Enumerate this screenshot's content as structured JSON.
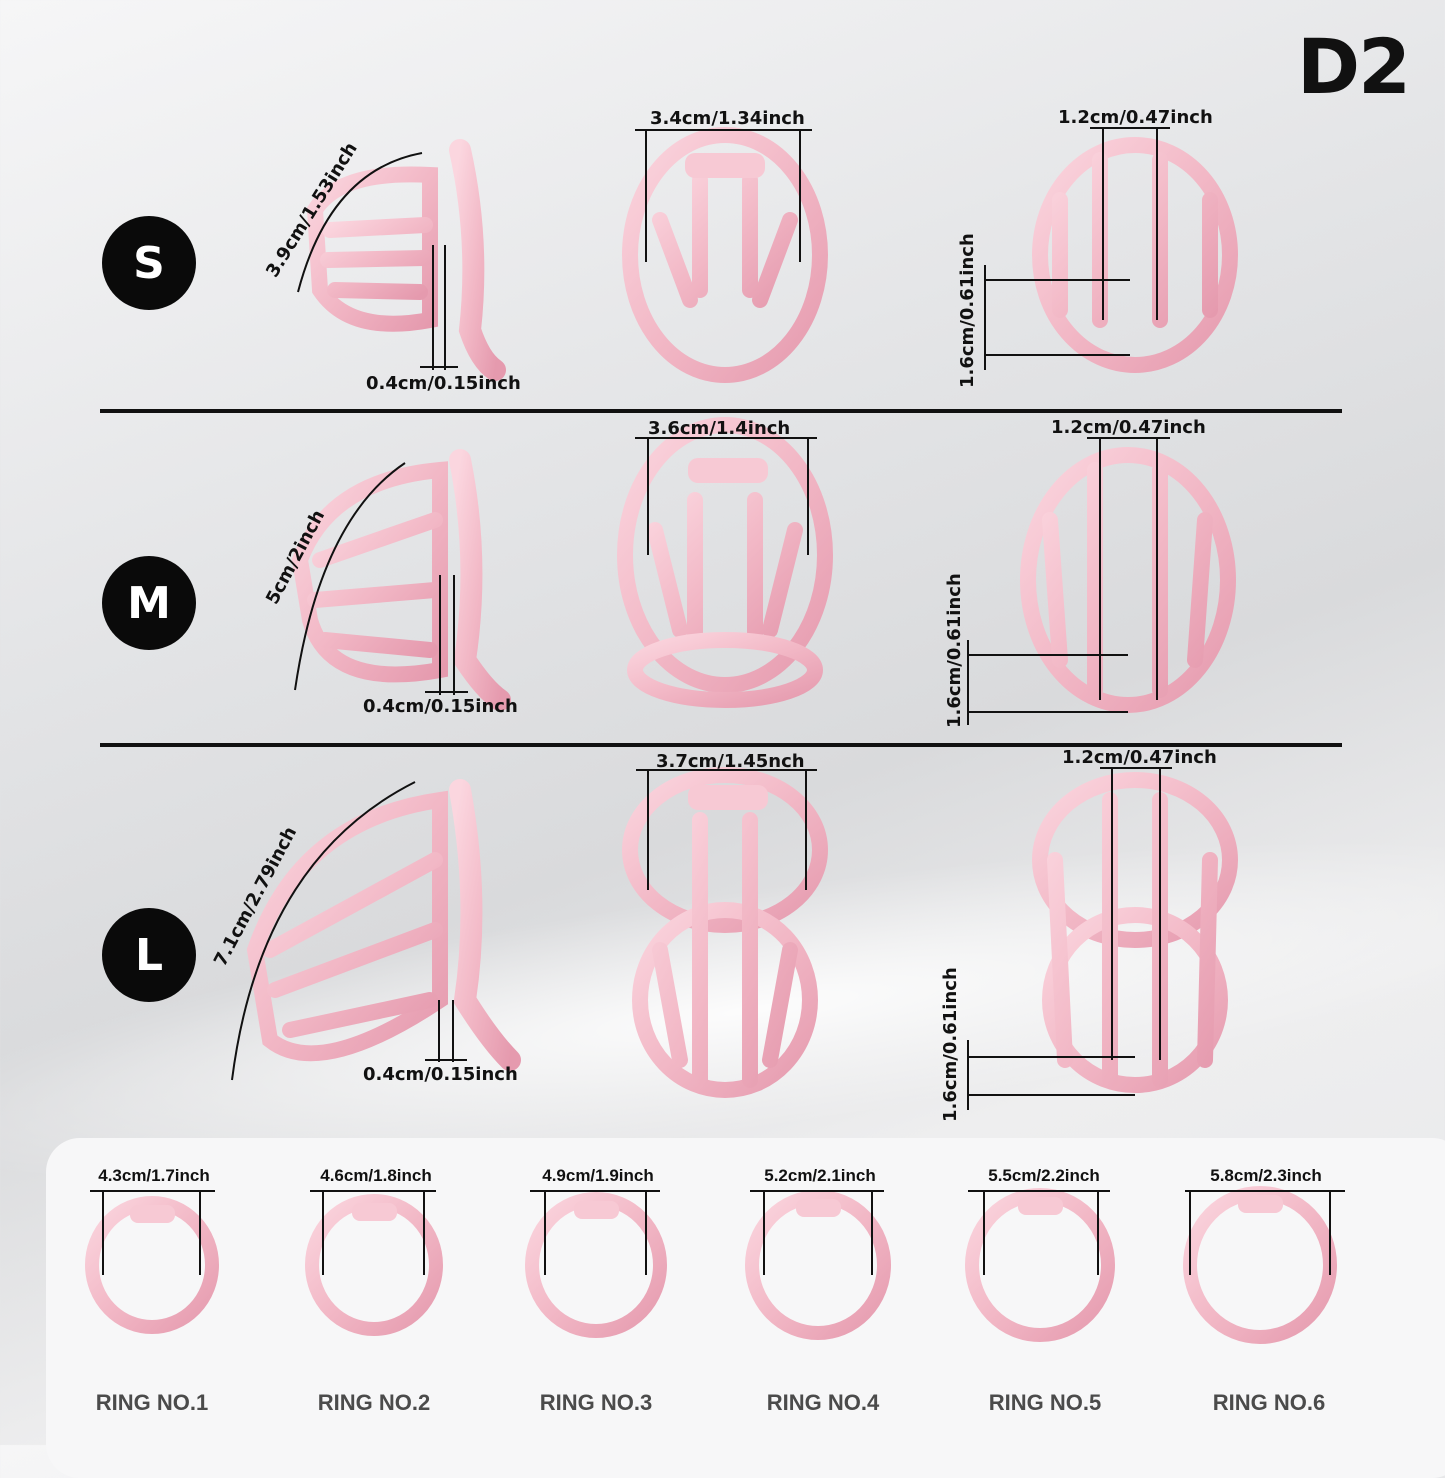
{
  "model": "D2",
  "sizes": [
    {
      "badge": "S",
      "arc": "3.9cm/1.53inch",
      "gap": "0.4cm/0.15inch",
      "width": "3.4cm/1.34inch",
      "hole": "1.2cm/0.47inch",
      "drop": "1.6cm/0.61inch"
    },
    {
      "badge": "M",
      "arc": "5cm/2inch",
      "gap": "0.4cm/0.15inch",
      "width": "3.6cm/1.4inch",
      "hole": "1.2cm/0.47inch",
      "drop": "1.6cm/0.61inch"
    },
    {
      "badge": "L",
      "arc": "7.1cm/2.79inch",
      "gap": "0.4cm/0.15inch",
      "width": "3.7cm/1.45nch",
      "hole": "1.2cm/0.47inch",
      "drop": "1.6cm/0.61inch"
    }
  ],
  "rings": [
    {
      "name": "RING NO.1",
      "size": "4.3cm/1.7inch"
    },
    {
      "name": "RING NO.2",
      "size": "4.6cm/1.8inch"
    },
    {
      "name": "RING NO.3",
      "size": "4.9cm/1.9inch"
    },
    {
      "name": "RING NO.4",
      "size": "5.2cm/2.1inch"
    },
    {
      "name": "RING NO.5",
      "size": "5.5cm/2.2inch"
    },
    {
      "name": "RING NO.6",
      "size": "5.8cm/2.3inch"
    }
  ],
  "colors": {
    "pink": "#f2b8c6",
    "pink_dark": "#e59aae",
    "ink": "#111111"
  }
}
